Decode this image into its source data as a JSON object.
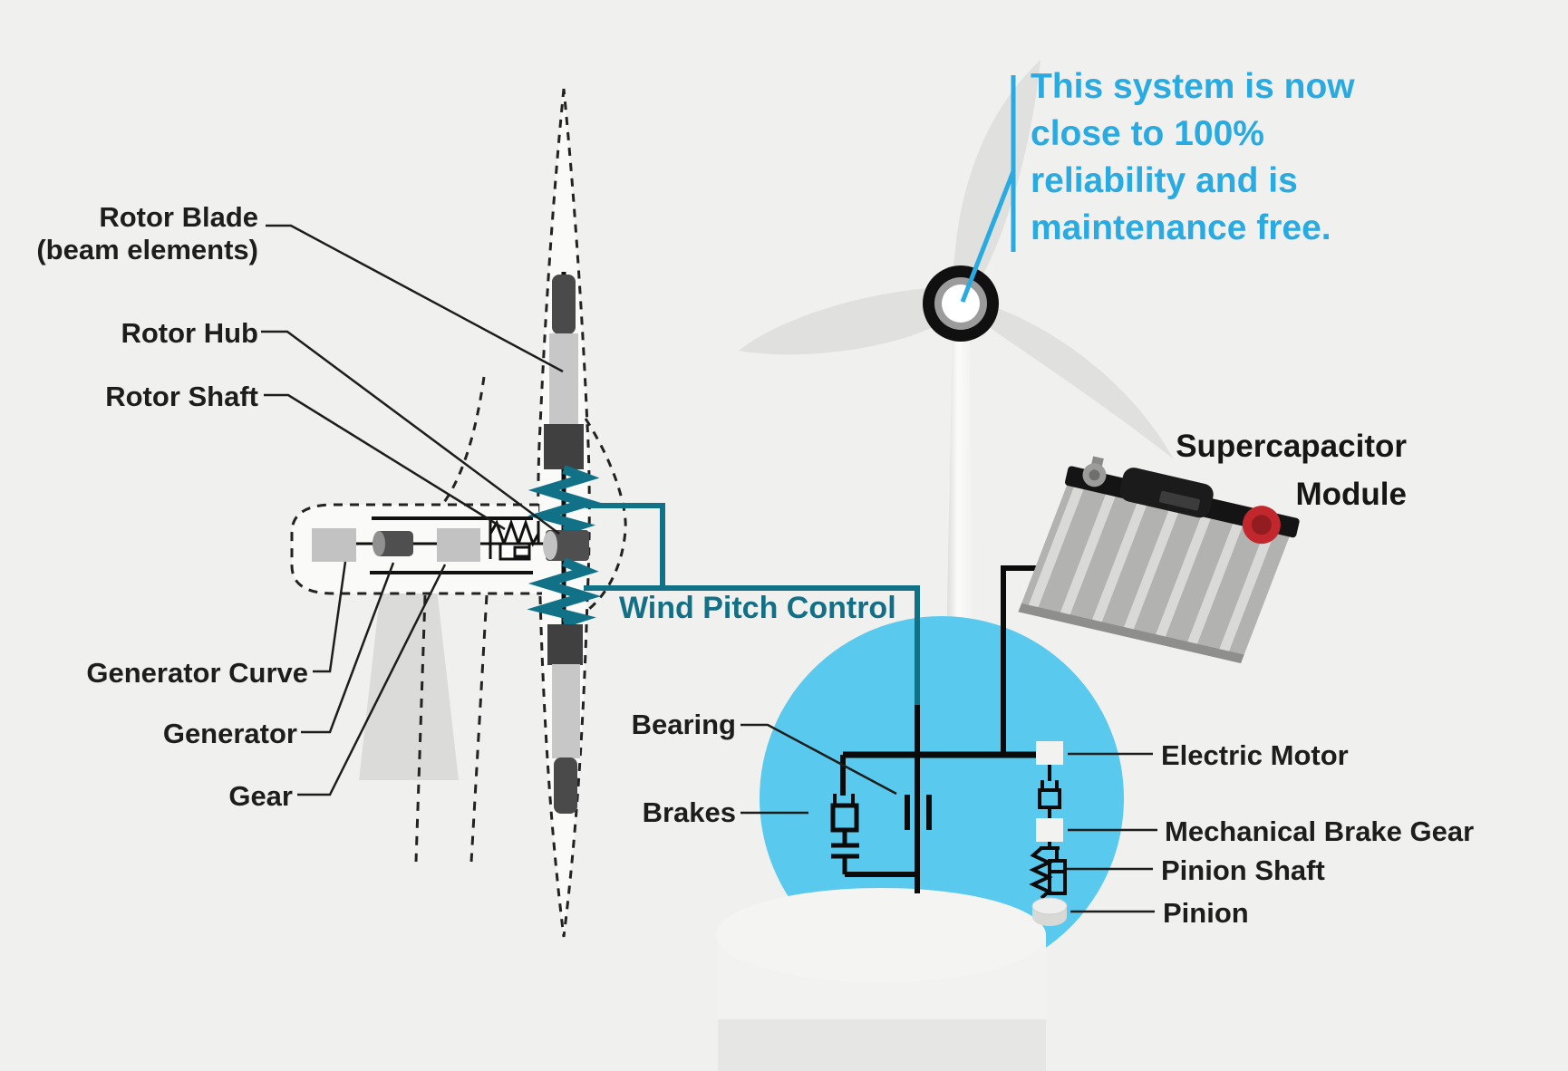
{
  "diagram": {
    "left_labels": {
      "rotor_blade_line1": "Rotor Blade",
      "rotor_blade_line2": "(beam elements)",
      "rotor_hub": "Rotor Hub",
      "rotor_shaft": "Rotor Shaft",
      "generator_curve": "Generator Curve",
      "generator": "Generator",
      "gear": "Gear"
    },
    "pitch_label": "Wind Pitch Control",
    "nacelle_labels": {
      "bearing": "Bearing",
      "brakes": "Brakes"
    },
    "drive_labels": {
      "electric_motor": "Electric Motor",
      "mechanical_brake_gear": "Mechanical Brake Gear",
      "pinion_shaft": "Pinion Shaft",
      "pinion": "Pinion"
    },
    "supercapacitor": {
      "line1": "Supercapacitor",
      "line2": "Module"
    },
    "callout": {
      "line1": "This system is now",
      "line2": "close to 100%",
      "line3": "reliability and is",
      "line4": "maintenance free."
    },
    "colors": {
      "teal": "#117287",
      "callout_blue": "#29abe2",
      "circle_blue": "#5ac9ee",
      "background": "#f0f0ef"
    }
  }
}
